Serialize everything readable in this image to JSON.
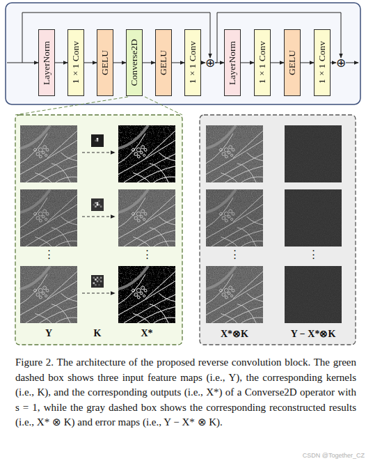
{
  "diagram": {
    "caption": "Figure 2. The architecture of the proposed reverse convolution block. The green dashed box shows three input feature maps (i.e., Y), the corresponding kernels (i.e., K), and the corresponding outputs (i.e., X*) of a Converse2D operator with s = 1, while the gray dashed box shows the corresponding reconstructed results (i.e., X* ⊗ K) and error maps (i.e., Y − X* ⊗ K).",
    "nodes": [
      {
        "text": [
          "LayerNorm"
        ]
      },
      {
        "text": [
          "1×1 Conv"
        ]
      },
      {
        "text": [
          "GELU"
        ]
      },
      {
        "text": [
          "Converse2D"
        ]
      },
      {
        "text": [
          "GELU"
        ]
      },
      {
        "text": [
          "1×1 Conv"
        ]
      },
      {
        "text": [
          "⊕"
        ]
      },
      {
        "text": [
          "LayerNorm"
        ]
      },
      {
        "text": [
          "1×1 Conv"
        ]
      },
      {
        "text": [
          "GELU"
        ]
      },
      {
        "text": [
          "1×1 Conv"
        ]
      },
      {
        "text": [
          "⊕"
        ]
      }
    ],
    "edges": [
      {
        "from": 0,
        "to": 1,
        "arrow": "to"
      },
      {
        "from": 1,
        "to": 2,
        "arrow": "to"
      },
      {
        "from": 2,
        "to": 3,
        "arrow": "to"
      },
      {
        "from": 3,
        "to": 4,
        "arrow": "to"
      },
      {
        "from": 4,
        "to": 5,
        "arrow": "to"
      },
      {
        "from": 5,
        "to": 6,
        "arrow": "to"
      },
      {
        "from": 6,
        "to": 7,
        "arrow": "to"
      },
      {
        "from": 7,
        "to": 8,
        "arrow": "to"
      },
      {
        "from": 8,
        "to": 9,
        "arrow": "to"
      },
      {
        "from": 9,
        "to": 10,
        "arrow": "to"
      },
      {
        "from": 10,
        "to": 11,
        "arrow": "to"
      },
      {
        "from": 6,
        "to": 11,
        "arrow": "to"
      }
    ],
    "labels": [
      "⋮",
      "⋮",
      "⋮",
      "⋮",
      "Y",
      "K",
      "X*",
      "X*⊗K",
      "Y − X*⊗K",
      "CSDN @Together_CZ"
    ]
  }
}
